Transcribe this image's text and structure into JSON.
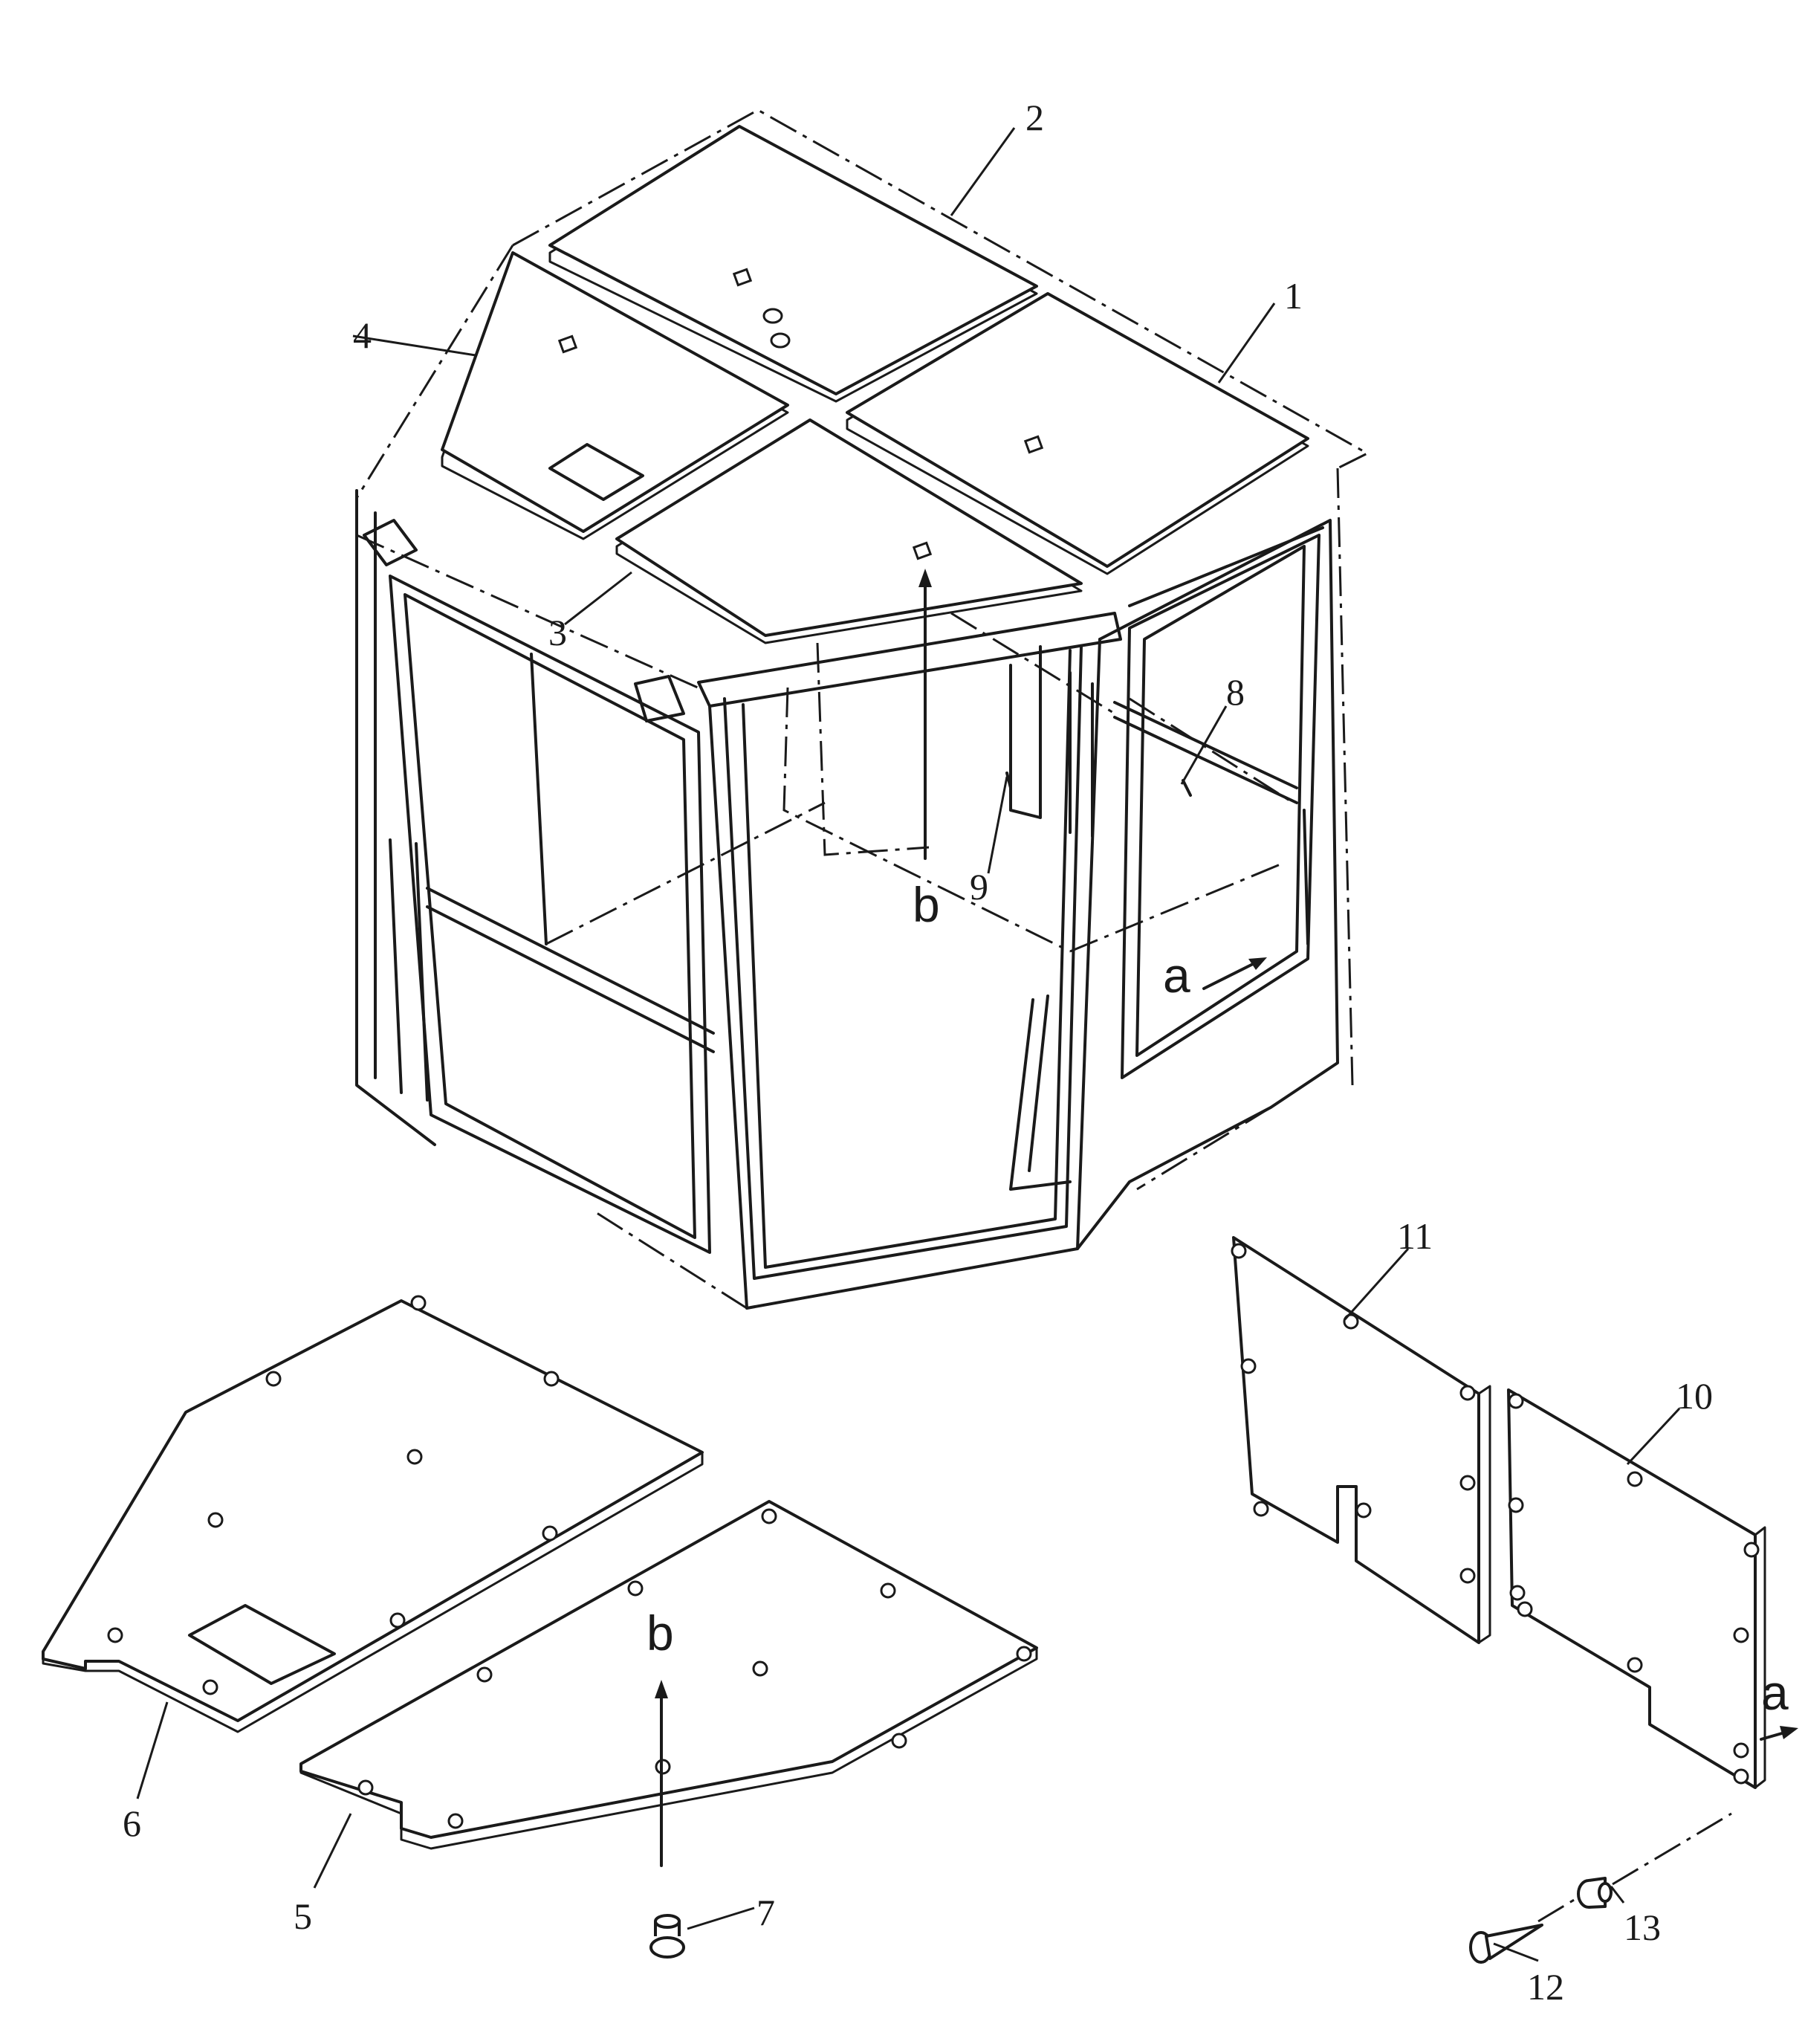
{
  "callouts": {
    "p1": "1",
    "p2": "2",
    "p3": "3",
    "p4": "4",
    "p5": "5",
    "p6": "6",
    "p7": "7",
    "p8": "8",
    "p9": "9",
    "p10": "10",
    "p11": "11",
    "p12": "12",
    "p13": "13"
  },
  "view_marks": {
    "a_top": "a",
    "a_bottom": "a",
    "b_top": "b",
    "b_bottom": "b"
  }
}
